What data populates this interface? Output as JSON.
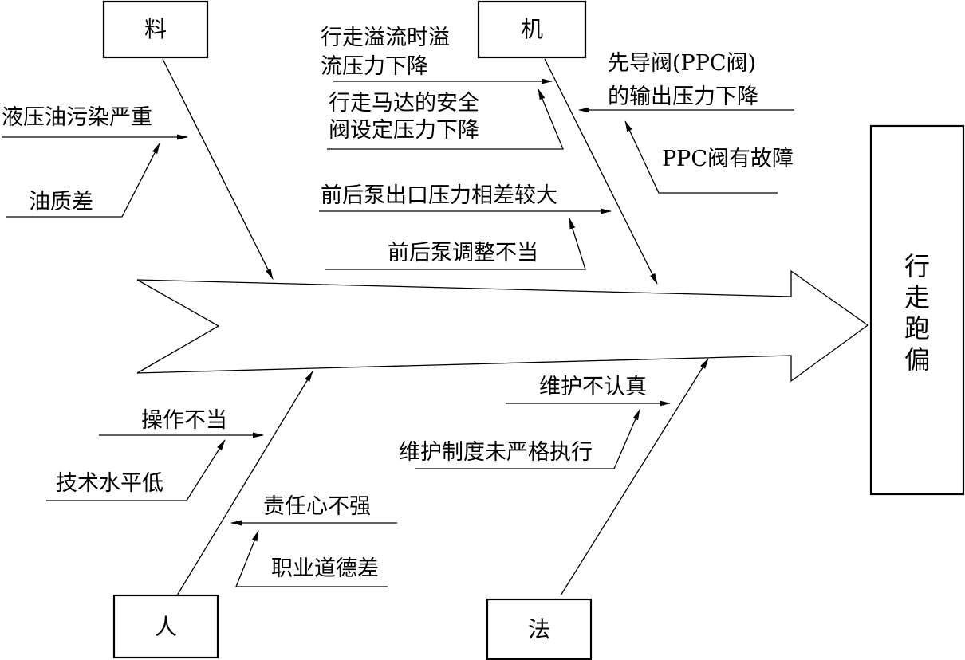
{
  "effect": {
    "chars": [
      "行",
      "走",
      "跑",
      "偏"
    ]
  },
  "categories": {
    "material": "料",
    "machine": "机",
    "man": "人",
    "method": "法"
  },
  "causes": {
    "material": {
      "oil_pollution": "液压油污染严重",
      "oil_quality": "油质差"
    },
    "machine": {
      "overflow_line1": "行走溢流时溢",
      "overflow_line2": "流压力下降",
      "motor_valve_line1": "行走马达的安全",
      "motor_valve_line2": "阀设定压力下降",
      "pump_pressure_diff": "前后泵出口压力相差较大",
      "pump_adjust": "前后泵调整不当",
      "ppc_output_line1": "先导阀(PPC阀)",
      "ppc_output_line2": "的输出压力下降",
      "ppc_fault": "PPC阀有故障"
    },
    "man": {
      "improper_operation": "操作不当",
      "low_skill": "技术水平低",
      "weak_responsibility": "责任心不强",
      "poor_ethics": "职业道德差"
    },
    "method": {
      "careless_maintenance": "维护不认真",
      "maintenance_rules": "维护制度未严格执行"
    }
  }
}
